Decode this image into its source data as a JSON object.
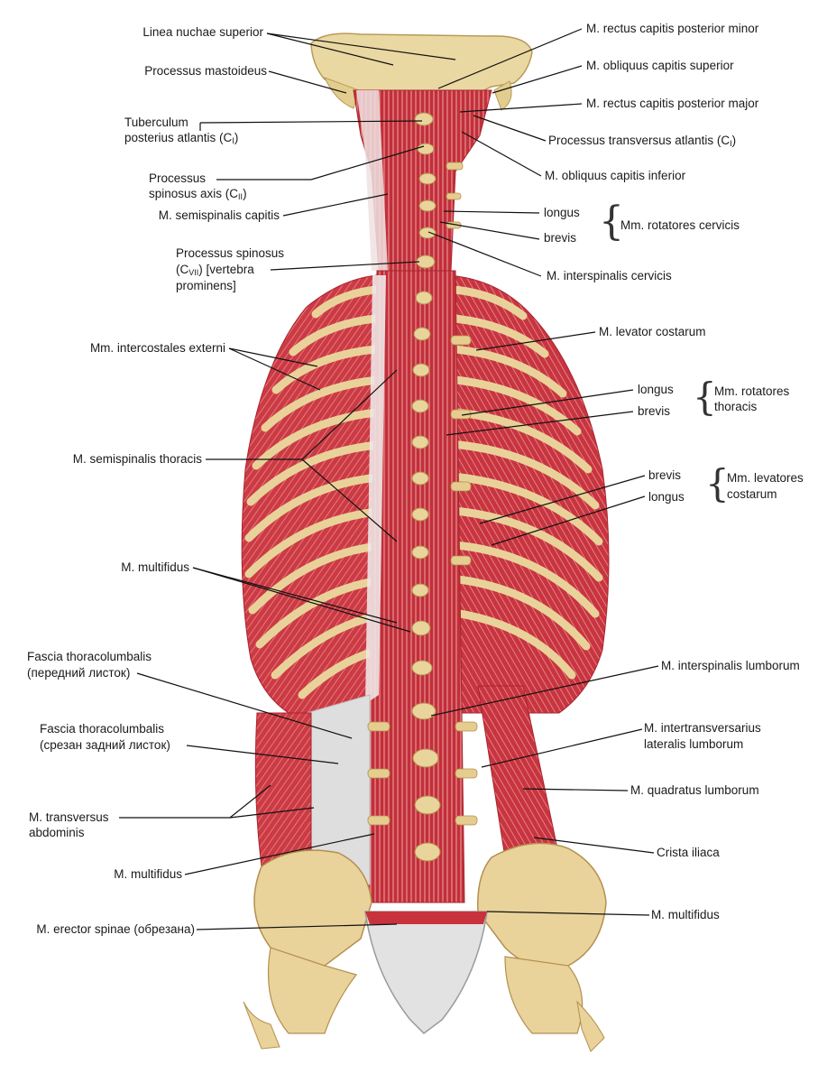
{
  "labels": {
    "linea_nuchae": "Linea nuchae superior",
    "proc_mastoideus": "Processus mastoideus",
    "tuberculum_1": "Tuberculum",
    "tuberculum_2a": "posterius atlantis (C",
    "tuberculum_2sub": "I",
    "tuberculum_2b": ")",
    "proc_spin_axis_1": "Processus",
    "proc_spin_axis_2a": "spinosus axis (C",
    "proc_spin_axis_2sub": "II",
    "proc_spin_axis_2b": ")",
    "semispinalis_capitis": "M. semispinalis capitis",
    "proc_spin_c7_1": "Processus spinosus",
    "proc_spin_c7_2a": "(C",
    "proc_spin_c7_2sub": "VII",
    "proc_spin_c7_2b": ") [vertebra",
    "proc_spin_c7_3": "prominens]",
    "intercostales_externi": "Mm. intercostales externi",
    "semispinalis_thoracis": "M. semispinalis thoracis",
    "multifidus_upper": "M. multifidus",
    "fascia_1_1": "Fascia thoracolumbalis",
    "fascia_1_2": "(передний листок)",
    "fascia_2_1": "Fascia thoracolumbalis",
    "fascia_2_2": "(срезан задний листок)",
    "transversus_1": "M. transversus",
    "transversus_2": "abdominis",
    "multifidus_lower": "M. multifidus",
    "erector_spinae": "M. erector spinae (обрезана)",
    "rectus_minor": "M. rectus capitis posterior minor",
    "obliquus_superior": "M. obliquus capitis superior",
    "rectus_major": "M. rectus capitis posterior major",
    "proc_transv_atlantis_a": "Processus transversus atlantis (C",
    "proc_transv_atlantis_sub": "I",
    "proc_transv_atlantis_b": ")",
    "obliquus_inferior": "M. obliquus capitis inferior",
    "longus_cerv": "longus",
    "brevis_cerv": "brevis",
    "rotatores_cervicis": "Mm. rotatores cervicis",
    "interspinalis_cervicis": "M. interspinalis cervicis",
    "levator_costarum": "M. levator costarum",
    "longus_thor": "longus",
    "brevis_thor": "brevis",
    "rotatores_thoracis_1": "Mm. rotatores",
    "rotatores_thoracis_2": "thoracis",
    "brevis_lev": "brevis",
    "longus_lev": "longus",
    "levatores_costarum_1": "Mm. levatores",
    "levatores_costarum_2": "costarum",
    "interspinalis_lumborum": "M. interspinalis lumborum",
    "intertransversarius_1": "M. intertransversarius",
    "intertransversarius_2": "lateralis lumborum",
    "quadratus_lumborum": "M. quadratus lumborum",
    "crista_iliaca": "Crista iliaca",
    "multifidus_right": "M. multifidus"
  },
  "colors": {
    "muscle": "#c8323c",
    "muscle_light": "#e6a0a0",
    "bone": "#e8d49a",
    "bone_dark": "#c9a860",
    "fascia": "#dcdcdc",
    "leader": "#111111"
  }
}
